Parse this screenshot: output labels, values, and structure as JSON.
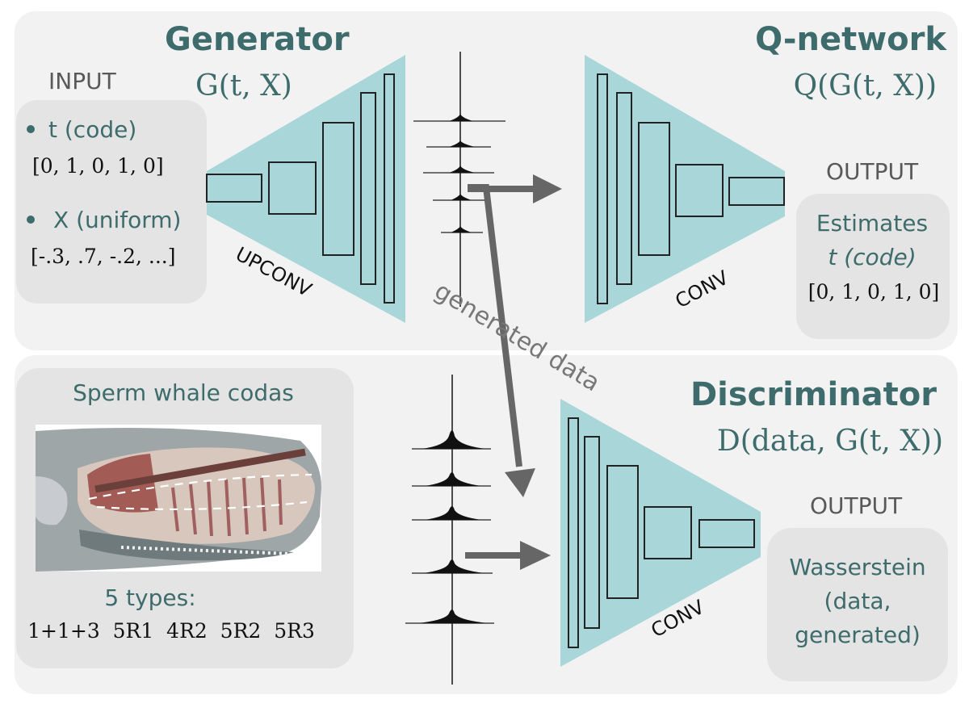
{
  "generator": {
    "title": "Generator",
    "formula": "G(t, X)",
    "layer_label": "UPCONV"
  },
  "input": {
    "heading": "INPUT",
    "code_label": "t (code)",
    "code_value": "[0, 1, 0, 1, 0]",
    "noise_label": "X (uniform)",
    "noise_value": "[-.3, .7, -.2, ...]"
  },
  "q_network": {
    "title": "Q-network",
    "formula": "Q(G(t, X))",
    "layer_label": "CONV",
    "output_heading": "OUTPUT",
    "output_line1": "Estimates",
    "output_line2": "t (code)",
    "output_value": "[0, 1, 0, 1, 0]"
  },
  "arrow_label": "generated data",
  "codas": {
    "heading": "Sperm whale codas",
    "types_label": "5 types:",
    "types": "1+1+3  5R1  4R2  5R2  5R3"
  },
  "discriminator": {
    "title": "Discriminator",
    "formula": "D(data, G(t, X))",
    "layer_label": "CONV",
    "output_heading": "OUTPUT",
    "output_line1": "Wasserstein",
    "output_line2": "(data,",
    "output_line3": "generated)"
  },
  "colors": {
    "teal_fill": "#a9d6d9",
    "title_teal": "#3e6b6b",
    "panel_gray": "#f2f2f2",
    "box_gray": "#e4e4e4",
    "arrow_gray": "#666666"
  },
  "icons": {
    "bullet": "bullet-dot-icon",
    "whale_illustration": "sperm-whale-anatomy-icon"
  }
}
